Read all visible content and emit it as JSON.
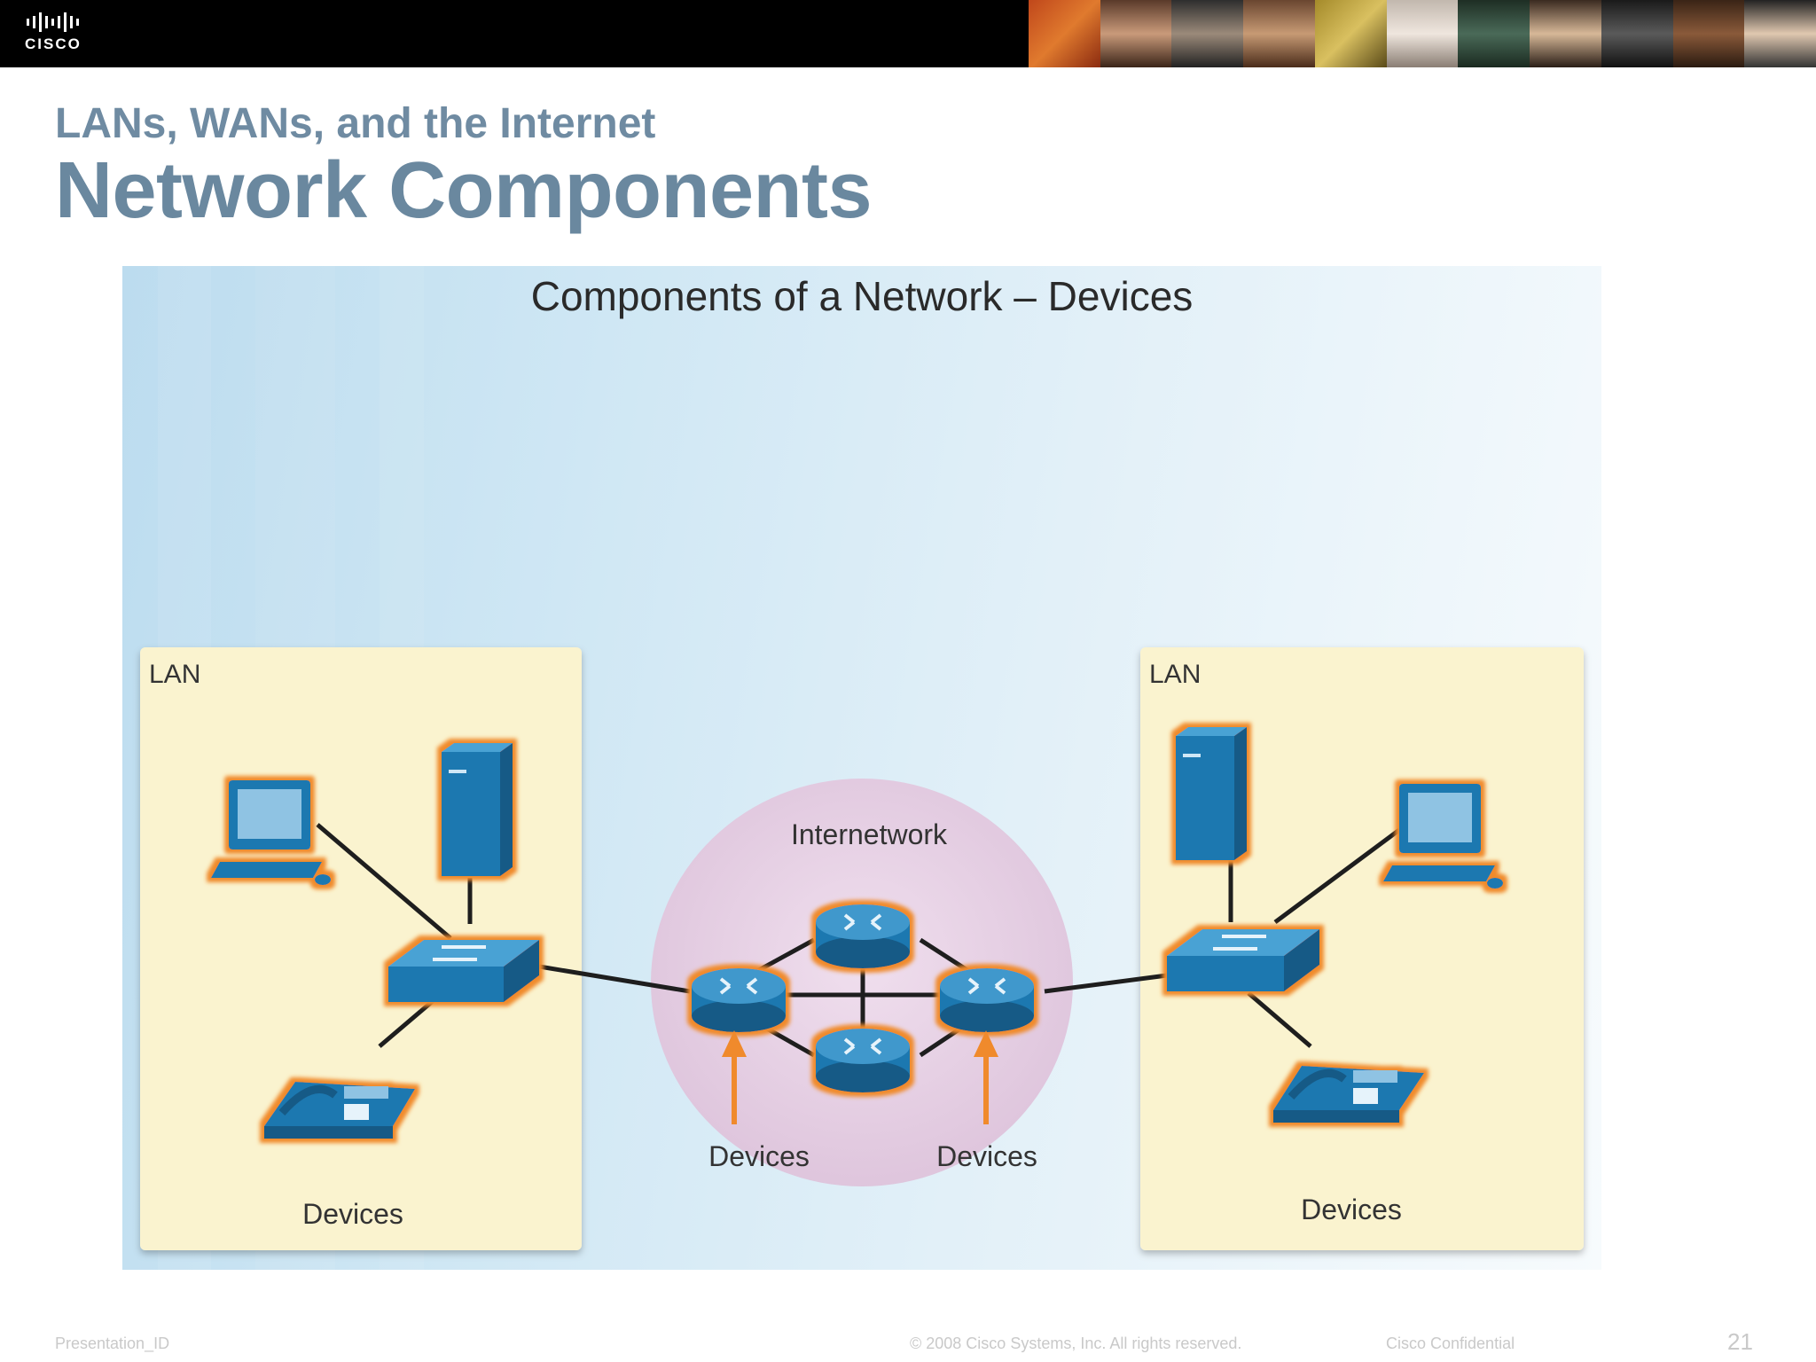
{
  "header": {
    "brand": "CISCO",
    "kicker": "LANs, WANs, and the Internet",
    "title": "Network Components"
  },
  "diagram": {
    "heading": "Components of a Network – Devices",
    "left_lan": {
      "label": "LAN",
      "caption": "Devices"
    },
    "right_lan": {
      "label": "LAN",
      "caption": "Devices"
    },
    "internetwork": {
      "label": "Internetwork",
      "caption_left": "Devices",
      "caption_right": "Devices"
    },
    "device_icons": [
      "pc-icon",
      "server-icon",
      "switch-icon",
      "ip-phone-icon",
      "router-icon"
    ],
    "colors": {
      "device": "#1f78b0",
      "device_glow": "#f08a2c",
      "lan_panel": "#faf3cf",
      "internetwork_cloud": "#e8d3e6",
      "arrow": "#f08a2c"
    }
  },
  "footer": {
    "presentation_id": "Presentation_ID",
    "copyright": "© 2008 Cisco Systems, Inc. All rights reserved.",
    "confidential": "Cisco Confidential",
    "page_number": "21"
  }
}
